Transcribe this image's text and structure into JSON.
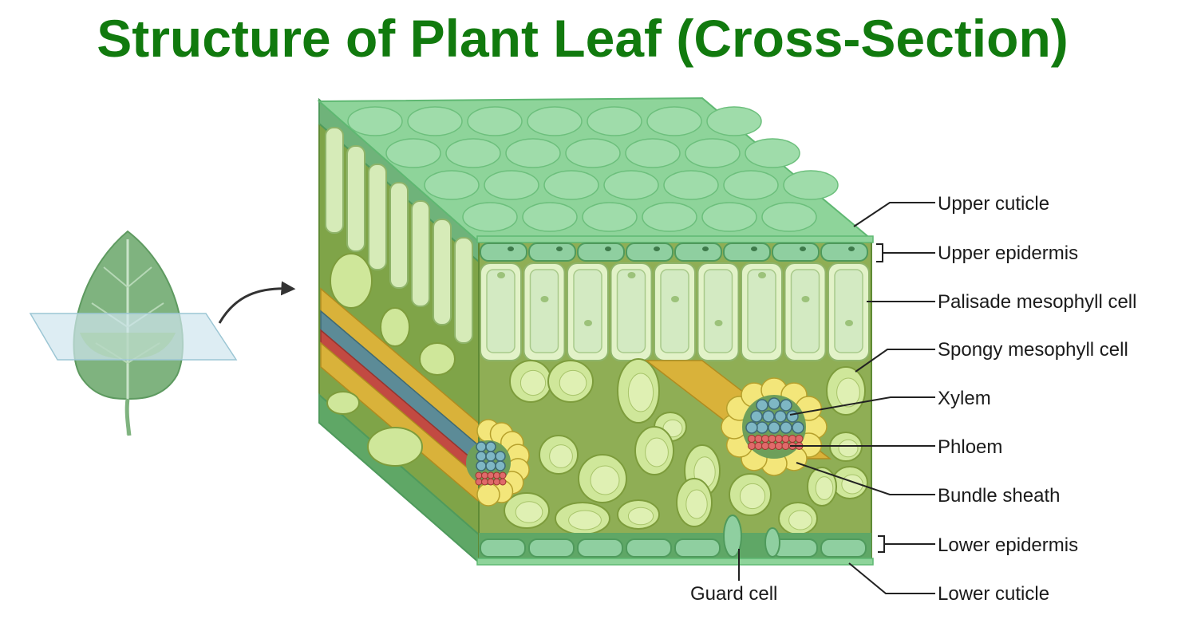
{
  "title": "Structure of Plant Leaf (Cross-Section)",
  "colors": {
    "title": "#117a0e",
    "cuticle": "#8ed49a",
    "epidermis": "#5fb872",
    "palisade": "#e2f2c8",
    "spongy": "#cfe79a",
    "interior": "#8fae55",
    "xylem": "#7eb7c4",
    "phloem": "#e06a6a",
    "bundle_sheath": "#f3e67a",
    "vascular_tube": "#d9b23a"
  },
  "labels": {
    "upper_cuticle": "Upper cuticle",
    "upper_epidermis": "Upper epidermis",
    "palisade": "Palisade mesophyll cell",
    "spongy": "Spongy mesophyll cell",
    "xylem": "Xylem",
    "phloem": "Phloem",
    "bundle_sheath": "Bundle sheath",
    "lower_epidermis": "Lower epidermis",
    "lower_cuticle": "Lower cuticle",
    "guard_cell": "Guard cell"
  }
}
